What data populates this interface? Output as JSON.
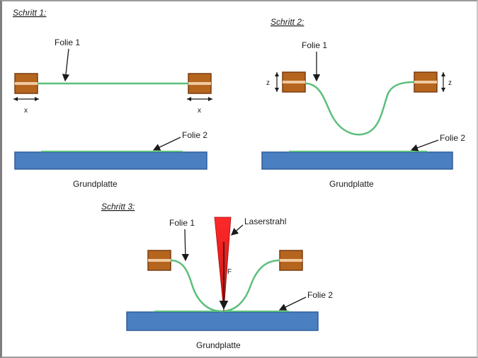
{
  "steps": [
    {
      "title": "Schritt 1:",
      "folie1": "Folie 1",
      "folie2": "Folie 2",
      "grundplatte": "Grundplatte",
      "offset_left": "x",
      "offset_right": "x"
    },
    {
      "title": "Schritt 2:",
      "folie1": "Folie 1",
      "folie2": "Folie 2",
      "grundplatte": "Grundplatte",
      "offset_left": "z",
      "offset_right": "z"
    },
    {
      "title": "Schritt 3:",
      "folie1": "Folie 1",
      "folie2": "Folie 2",
      "grundplatte": "Grundplatte",
      "laser": "Laserstrahl",
      "force": "F"
    }
  ],
  "colors": {
    "clamp_fill": "#b5651d",
    "clamp_stroke": "#7a3d10",
    "clamp_band": "#f0c9a0",
    "foil": "#5bbf7a",
    "plate": "#4a7fc1",
    "plate_edge": "#2f5f9a",
    "laser": "#e8282a"
  }
}
